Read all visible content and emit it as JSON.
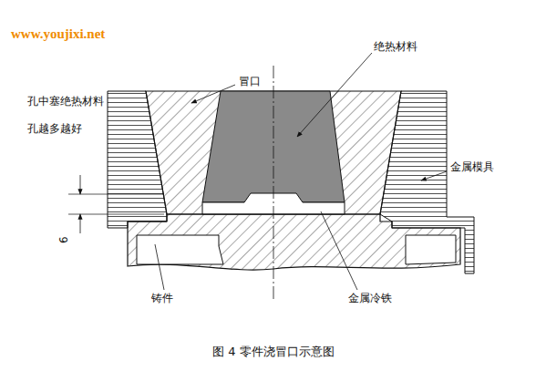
{
  "diagram": {
    "caption": "图 4 零件浇冒口示意图",
    "labels": [
      "www.youjixi.net",
      "绝热材料",
      "冒口",
      "孔中塞绝热材料",
      "孔越多越好",
      "金属模具",
      "6",
      "铸件",
      "金属冷铁"
    ]
  }
}
